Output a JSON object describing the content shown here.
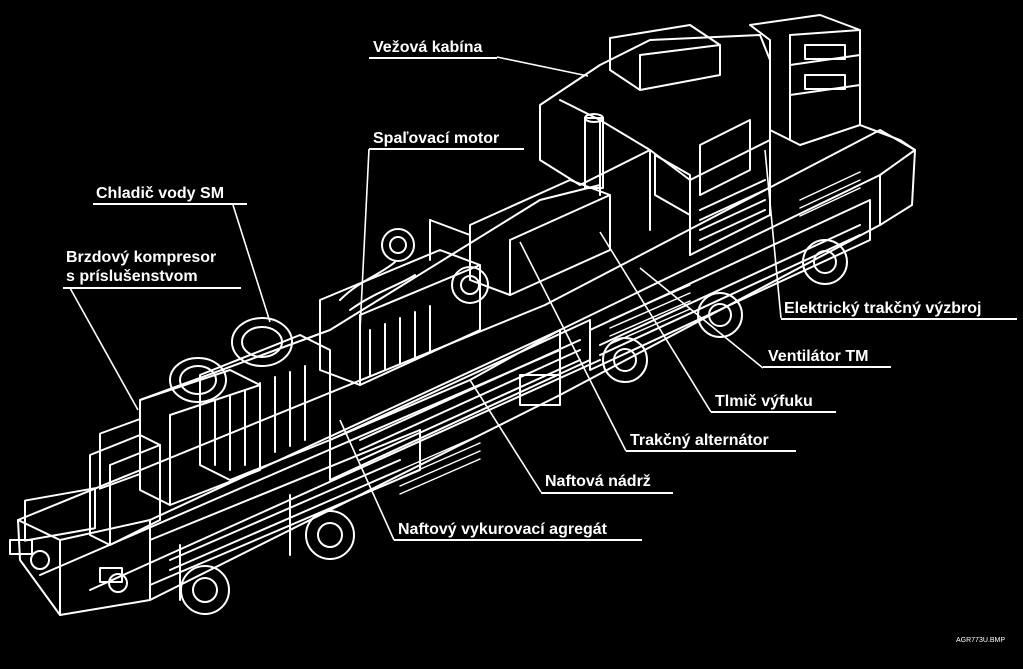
{
  "labels": {
    "cab": "Vežová kabína",
    "engine": "Spaľovací motor",
    "radiator": "Chladič vody SM",
    "compressor_1": "Brzdový kompresor",
    "compressor_2": "s príslušenstvom",
    "traction_equipment": "Elektrický trakčný výzbroj",
    "fan": "Ventilátor TM",
    "muffler": "Tlmič výfuku",
    "alternator": "Trakčný alternátor",
    "fuel_tank": "Naftová nádrž",
    "heater": "Naftový vykurovací agregát"
  },
  "file_tag": "AGR773U.BMP",
  "colors": {
    "background": "#000000",
    "line": "#ffffff"
  }
}
